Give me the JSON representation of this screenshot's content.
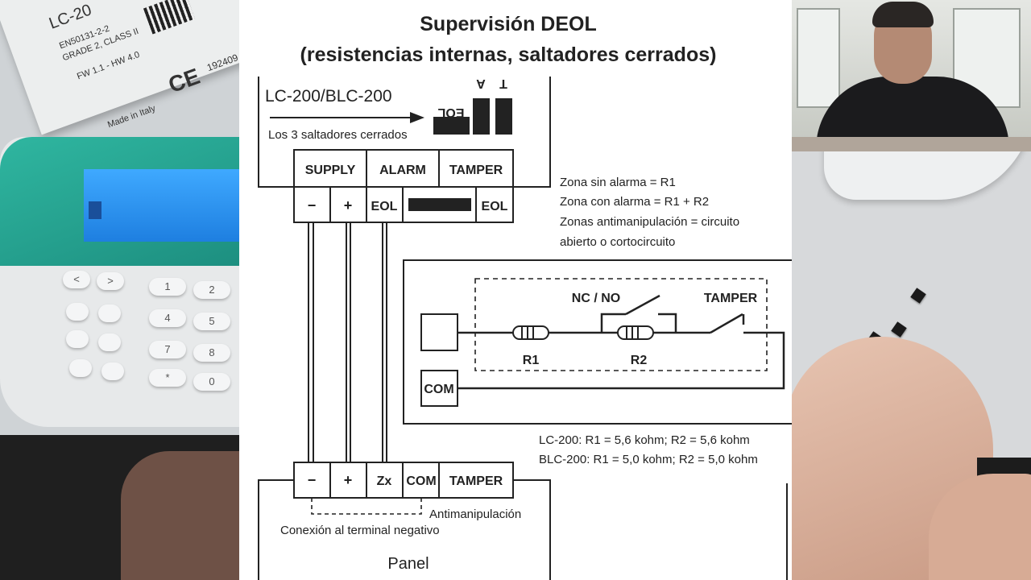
{
  "photo_left": {
    "model": "LC-20",
    "standard": "EN50131-2-2",
    "grade": "GRADE 2, CLASS II",
    "firmware": "FW 1.1 - HW 4.0",
    "ce_mark": "CE",
    "serial": "192409",
    "made_in": "Made in Italy",
    "keys": [
      "<",
      ">",
      "1",
      "2",
      "4",
      "5",
      "7",
      "8",
      "*",
      "0"
    ]
  },
  "diagram": {
    "title_line1": "Supervisión DEOL",
    "title_line2": "(resistencias internas, saltadores cerrados)",
    "detector_model": "LC-200/BLC-200",
    "jumpers_note": "Los 3 saltadores cerrados",
    "jumper_labels": {
      "eol": "EOL",
      "a": "A",
      "t": "T"
    },
    "detector_headers": [
      "SUPPLY",
      "ALARM",
      "TAMPER"
    ],
    "detector_terminals": [
      "−",
      "+",
      "EOL",
      "EOL"
    ],
    "legend": [
      "Zona sin alarma = R1",
      "Zona con alarma = R1 + R2",
      "Zonas antimanipulación = circuito",
      "abierto o cortocircuito"
    ],
    "circuit": {
      "nc_no": "NC / NO",
      "tamper": "TAMPER",
      "r1": "R1",
      "r2": "R2",
      "com": "COM"
    },
    "values": [
      "LC-200: R1 = 5,6 kohm; R2 = 5,6 kohm",
      "BLC-200: R1 = 5,0 kohm; R2 = 5,0 kohm"
    ],
    "panel_terminals": [
      "−",
      "+",
      "Zx",
      "COM",
      "TAMPER"
    ],
    "antimanipulacion": "Antimanipulación",
    "negative_note": "Conexión al terminal negativo",
    "panel_label": "Panel"
  }
}
